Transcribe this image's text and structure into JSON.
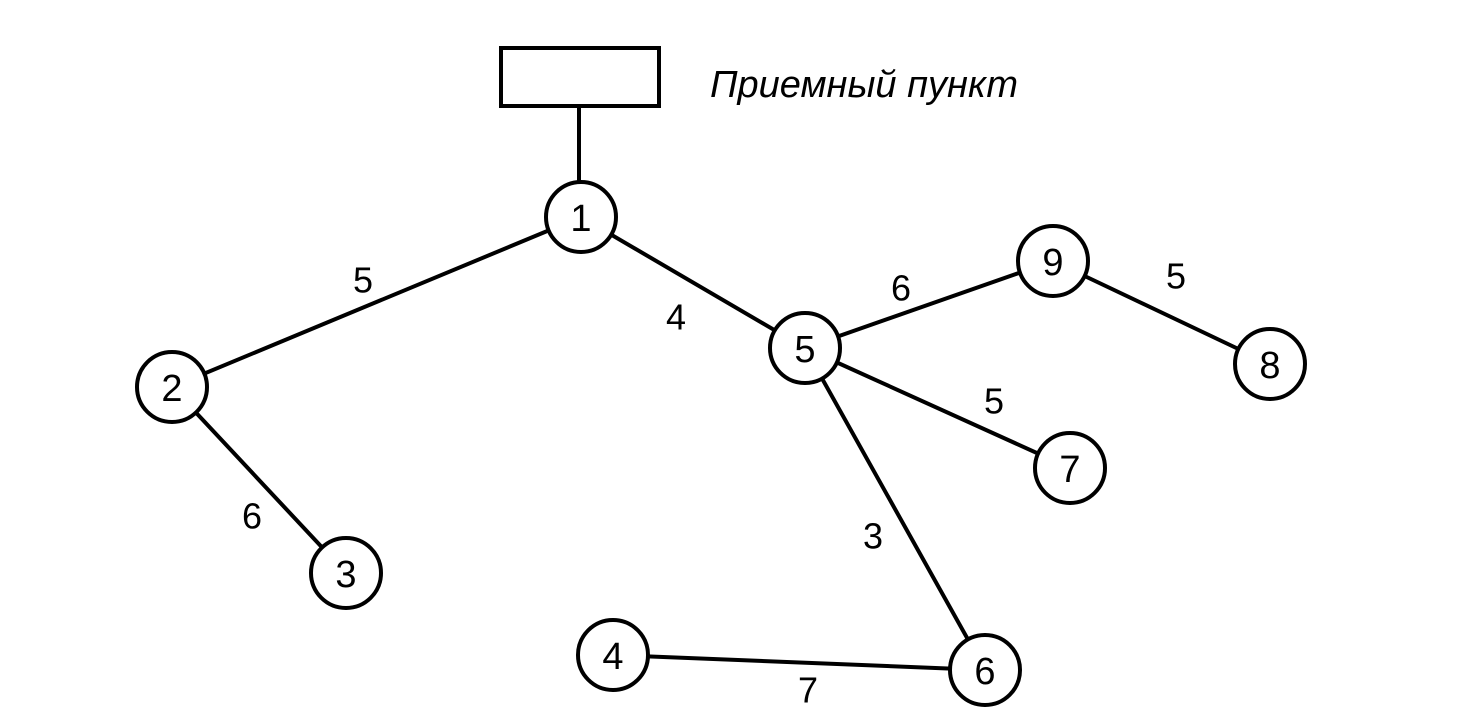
{
  "station": {
    "label": "Приемный пункт"
  },
  "nodes": [
    {
      "id": "1",
      "label": "1"
    },
    {
      "id": "2",
      "label": "2"
    },
    {
      "id": "3",
      "label": "3"
    },
    {
      "id": "4",
      "label": "4"
    },
    {
      "id": "5",
      "label": "5"
    },
    {
      "id": "6",
      "label": "6"
    },
    {
      "id": "7",
      "label": "7"
    },
    {
      "id": "8",
      "label": "8"
    },
    {
      "id": "9",
      "label": "9"
    }
  ],
  "edges": [
    {
      "from": "1",
      "to": "2",
      "weight": "5"
    },
    {
      "from": "2",
      "to": "3",
      "weight": "6"
    },
    {
      "from": "1",
      "to": "5",
      "weight": "4"
    },
    {
      "from": "5",
      "to": "9",
      "weight": "6"
    },
    {
      "from": "9",
      "to": "8",
      "weight": "5"
    },
    {
      "from": "5",
      "to": "7",
      "weight": "5"
    },
    {
      "from": "5",
      "to": "6",
      "weight": "3"
    },
    {
      "from": "4",
      "to": "6",
      "weight": "7"
    }
  ],
  "colors": {
    "stroke": "#000000",
    "fill": "#ffffff"
  }
}
